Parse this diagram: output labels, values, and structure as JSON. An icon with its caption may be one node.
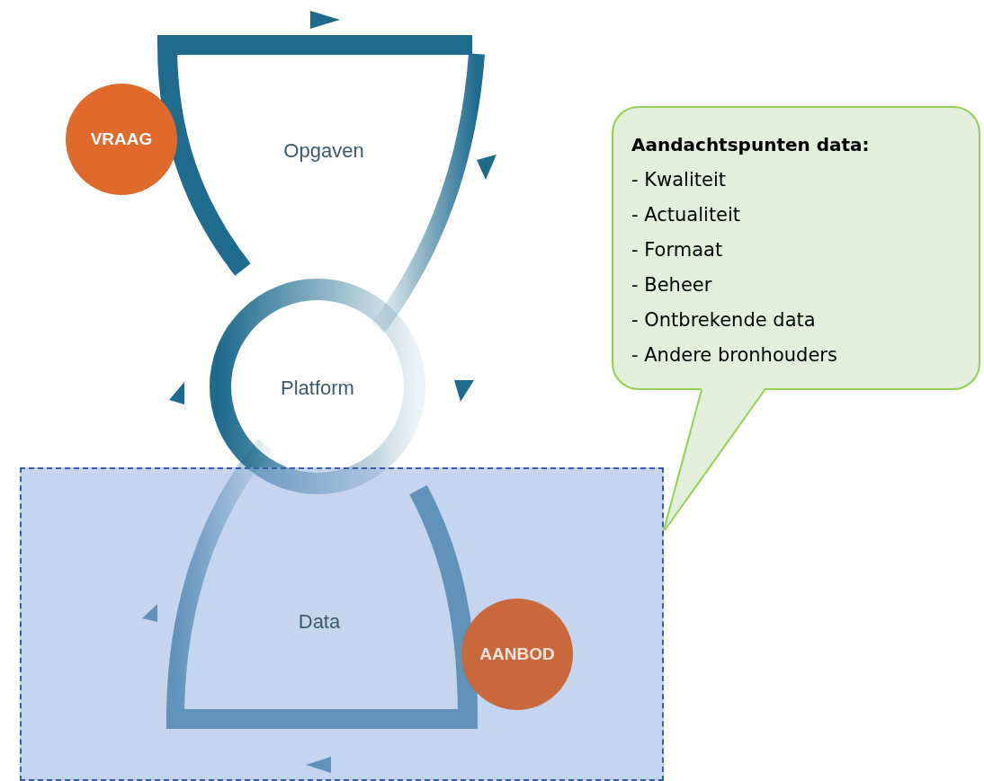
{
  "diagram": {
    "nodes": [
      {
        "text": [
          "VRAAG"
        ]
      },
      {
        "text": [
          "Opgaven"
        ]
      },
      {
        "text": [
          "Aandachtspunten data:",
          "- Kwaliteit",
          "- Actualiteit",
          "- Formaat",
          "- Beheer",
          "- Ontbrekende data",
          "- Andere bronhouders"
        ]
      },
      {
        "text": [
          "Platform"
        ]
      },
      {
        "text": [],
        "shape": "box"
      },
      {
        "text": [
          "Data"
        ],
        "in": 4
      },
      {
        "text": [
          "AANBOD"
        ],
        "in": 4
      }
    ],
    "edges": [
      {
        "from": 2,
        "to": 4,
        "arrow": "none"
      }
    ]
  }
}
